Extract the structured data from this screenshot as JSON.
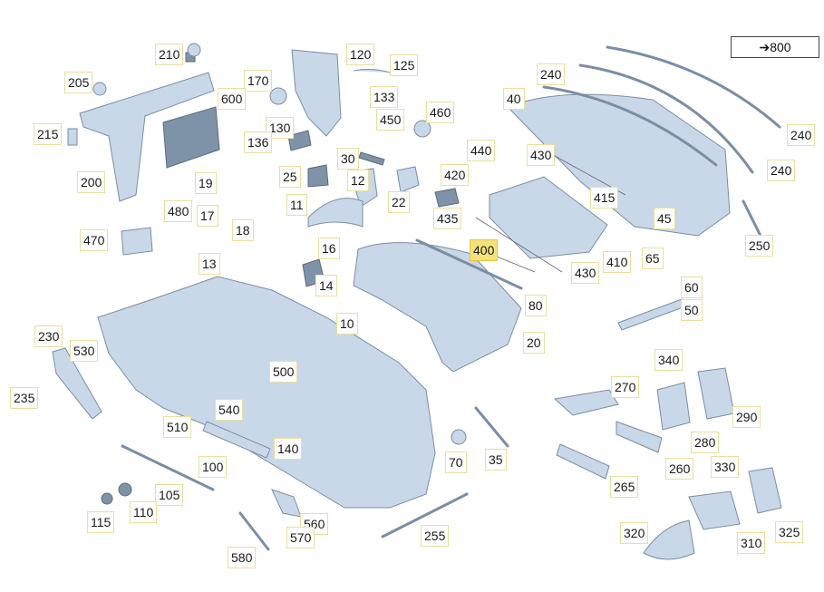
{
  "diagram": {
    "title": "Rear bumper exploded parts diagram",
    "reference": {
      "arrow": "➔",
      "label": "800"
    },
    "highlight_color": "#f5e27a",
    "callouts": [
      {
        "id": "c210",
        "label": "210",
        "highlight": false
      },
      {
        "id": "c205",
        "label": "205",
        "highlight": false
      },
      {
        "id": "c215",
        "label": "215",
        "highlight": false
      },
      {
        "id": "c200",
        "label": "200",
        "highlight": false
      },
      {
        "id": "c170",
        "label": "170",
        "highlight": false
      },
      {
        "id": "c600",
        "label": "600",
        "highlight": false
      },
      {
        "id": "c130",
        "label": "130",
        "highlight": false
      },
      {
        "id": "c136",
        "label": "136",
        "highlight": false
      },
      {
        "id": "c120",
        "label": "120",
        "highlight": false
      },
      {
        "id": "c125",
        "label": "125",
        "highlight": false
      },
      {
        "id": "c133",
        "label": "133",
        "highlight": false
      },
      {
        "id": "c450",
        "label": "450",
        "highlight": false
      },
      {
        "id": "c460",
        "label": "460",
        "highlight": false
      },
      {
        "id": "c25",
        "label": "25",
        "highlight": false
      },
      {
        "id": "c30",
        "label": "30",
        "highlight": false
      },
      {
        "id": "c12",
        "label": "12",
        "highlight": false
      },
      {
        "id": "c11",
        "label": "11",
        "highlight": false
      },
      {
        "id": "c22",
        "label": "22",
        "highlight": false
      },
      {
        "id": "c440",
        "label": "440",
        "highlight": false
      },
      {
        "id": "c420",
        "label": "420",
        "highlight": false
      },
      {
        "id": "c435",
        "label": "435",
        "highlight": false
      },
      {
        "id": "c19",
        "label": "19",
        "highlight": false
      },
      {
        "id": "c480",
        "label": "480",
        "highlight": false
      },
      {
        "id": "c17",
        "label": "17",
        "highlight": false
      },
      {
        "id": "c18",
        "label": "18",
        "highlight": false
      },
      {
        "id": "c470",
        "label": "470",
        "highlight": false
      },
      {
        "id": "c13",
        "label": "13",
        "highlight": false
      },
      {
        "id": "c16",
        "label": "16",
        "highlight": false
      },
      {
        "id": "c14",
        "label": "14",
        "highlight": false
      },
      {
        "id": "c400",
        "label": "400",
        "highlight": true
      },
      {
        "id": "c430b",
        "label": "430",
        "highlight": false
      },
      {
        "id": "c410",
        "label": "410",
        "highlight": false
      },
      {
        "id": "c80",
        "label": "80",
        "highlight": false
      },
      {
        "id": "c20",
        "label": "20",
        "highlight": false
      },
      {
        "id": "c10",
        "label": "10",
        "highlight": false
      },
      {
        "id": "c240a",
        "label": "240",
        "highlight": false
      },
      {
        "id": "c40",
        "label": "40",
        "highlight": false
      },
      {
        "id": "c240b",
        "label": "240",
        "highlight": false
      },
      {
        "id": "c240c",
        "label": "240",
        "highlight": false
      },
      {
        "id": "c430a",
        "label": "430",
        "highlight": false
      },
      {
        "id": "c415",
        "label": "415",
        "highlight": false
      },
      {
        "id": "c45",
        "label": "45",
        "highlight": false
      },
      {
        "id": "c250",
        "label": "250",
        "highlight": false
      },
      {
        "id": "c65",
        "label": "65",
        "highlight": false
      },
      {
        "id": "c60",
        "label": "60",
        "highlight": false
      },
      {
        "id": "c50",
        "label": "50",
        "highlight": false
      },
      {
        "id": "c230",
        "label": "230",
        "highlight": false
      },
      {
        "id": "c530",
        "label": "530",
        "highlight": false
      },
      {
        "id": "c235",
        "label": "235",
        "highlight": false
      },
      {
        "id": "c500",
        "label": "500",
        "highlight": false
      },
      {
        "id": "c540",
        "label": "540",
        "highlight": false
      },
      {
        "id": "c510",
        "label": "510",
        "highlight": false
      },
      {
        "id": "c140",
        "label": "140",
        "highlight": false
      },
      {
        "id": "c100",
        "label": "100",
        "highlight": false
      },
      {
        "id": "c105",
        "label": "105",
        "highlight": false
      },
      {
        "id": "c115",
        "label": "115",
        "highlight": false
      },
      {
        "id": "c110",
        "label": "110",
        "highlight": false
      },
      {
        "id": "c70",
        "label": "70",
        "highlight": false
      },
      {
        "id": "c35",
        "label": "35",
        "highlight": false
      },
      {
        "id": "c560",
        "label": "560",
        "highlight": false
      },
      {
        "id": "c570",
        "label": "570",
        "highlight": false
      },
      {
        "id": "c580",
        "label": "580",
        "highlight": false
      },
      {
        "id": "c255",
        "label": "255",
        "highlight": false
      },
      {
        "id": "c340",
        "label": "340",
        "highlight": false
      },
      {
        "id": "c270",
        "label": "270",
        "highlight": false
      },
      {
        "id": "c290",
        "label": "290",
        "highlight": false
      },
      {
        "id": "c280",
        "label": "280",
        "highlight": false
      },
      {
        "id": "c260",
        "label": "260",
        "highlight": false
      },
      {
        "id": "c330",
        "label": "330",
        "highlight": false
      },
      {
        "id": "c265",
        "label": "265",
        "highlight": false
      },
      {
        "id": "c320",
        "label": "320",
        "highlight": false
      },
      {
        "id": "c310",
        "label": "310",
        "highlight": false
      },
      {
        "id": "c325",
        "label": "325",
        "highlight": false
      }
    ]
  }
}
